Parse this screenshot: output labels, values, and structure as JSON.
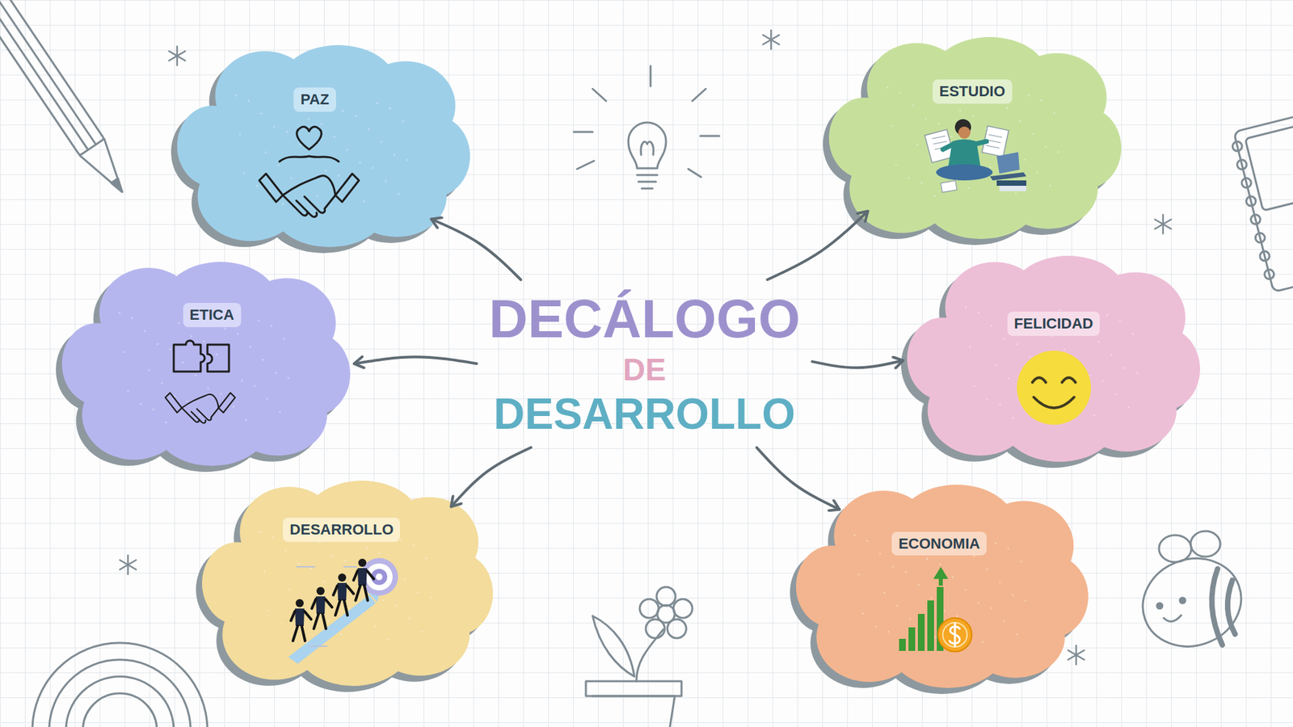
{
  "diagram": {
    "nodes": [
      {
        "text": [
          "DECÁLOGO",
          "DE",
          "DESARROLLO"
        ]
      },
      {
        "text": [
          "PAZ"
        ]
      },
      {
        "text": [
          "ESTUDIO"
        ]
      },
      {
        "text": [
          "ETICA"
        ]
      },
      {
        "text": [
          "FELICIDAD"
        ]
      },
      {
        "text": [
          "DESARROLLO"
        ]
      },
      {
        "text": [
          "ECONOMIA"
        ]
      }
    ],
    "edges": [
      {
        "from": 0,
        "to": 1,
        "arrow": "to"
      },
      {
        "from": 0,
        "to": 2,
        "arrow": "to"
      },
      {
        "from": 0,
        "to": 3,
        "arrow": "to"
      },
      {
        "from": 0,
        "to": 4,
        "arrow": "to"
      },
      {
        "from": 0,
        "to": 5,
        "arrow": "to"
      },
      {
        "from": 0,
        "to": 6,
        "arrow": "to"
      }
    ]
  }
}
